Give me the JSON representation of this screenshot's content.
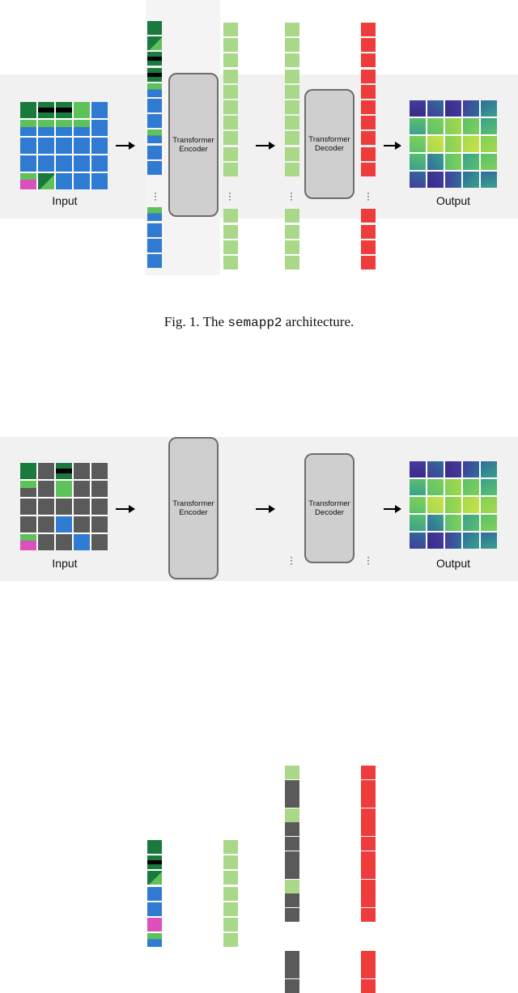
{
  "colors": {
    "green_dark": "#1a7a3e",
    "green_light": "#5ec15a",
    "blue": "#2f7bd1",
    "magenta": "#dd4fbb",
    "black": "#000000",
    "gray_mask": "#5a5a5a",
    "token_green": "#a8d888",
    "token_red": "#ee3b3b",
    "block_fill": "#cfcfcf"
  },
  "figure1": {
    "input_label": "Input",
    "encoder_label": "Transformer\nEncoder",
    "decoder_label": "Transformer\nDecoder",
    "output_label": "Output",
    "caption_prefix": "Fig. 1.  The ",
    "caption_code": "semapp2",
    "caption_suffix": " architecture."
  },
  "figure2": {
    "input_label": "Input",
    "encoder_label": "Transformer\nEncoder",
    "decoder_label": "Transformer\nDecoder",
    "output_label": "Output"
  }
}
